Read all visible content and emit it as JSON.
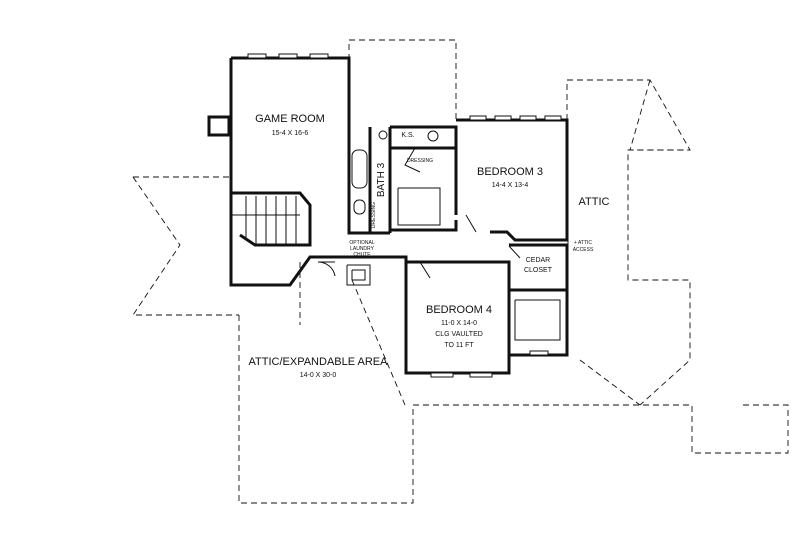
{
  "rooms": {
    "game_room": {
      "name": "GAME ROOM",
      "size": "15-4 X 16-6"
    },
    "bedroom3": {
      "name": "BEDROOM 3",
      "size": "14-4 X 13-4"
    },
    "bedroom4": {
      "name": "BEDROOM 4",
      "size": "11-0 X 14-0",
      "note1": "CLG VAULTED",
      "note2": "TO 11 FT"
    },
    "attic": {
      "name": "ATTIC"
    },
    "attic_expandable": {
      "name": "ATTIC/EXPANDABLE AREA",
      "size": "14-0 X 30-0"
    },
    "bath3": {
      "name": "BATH 3"
    },
    "cedar_closet": {
      "line1": "CEDAR",
      "line2": "CLOSET"
    },
    "ks": {
      "name": "K.S."
    },
    "dressing_upper": {
      "name": "DRESSING"
    },
    "dressing_side": {
      "name": "DRESSING"
    },
    "laundry": {
      "line1": "OPTIONAL",
      "line2": "LAUNDRY",
      "line3": "CHUTE"
    },
    "attic_access": {
      "line1": "+ ATTIC",
      "line2": "ACCESS"
    }
  }
}
